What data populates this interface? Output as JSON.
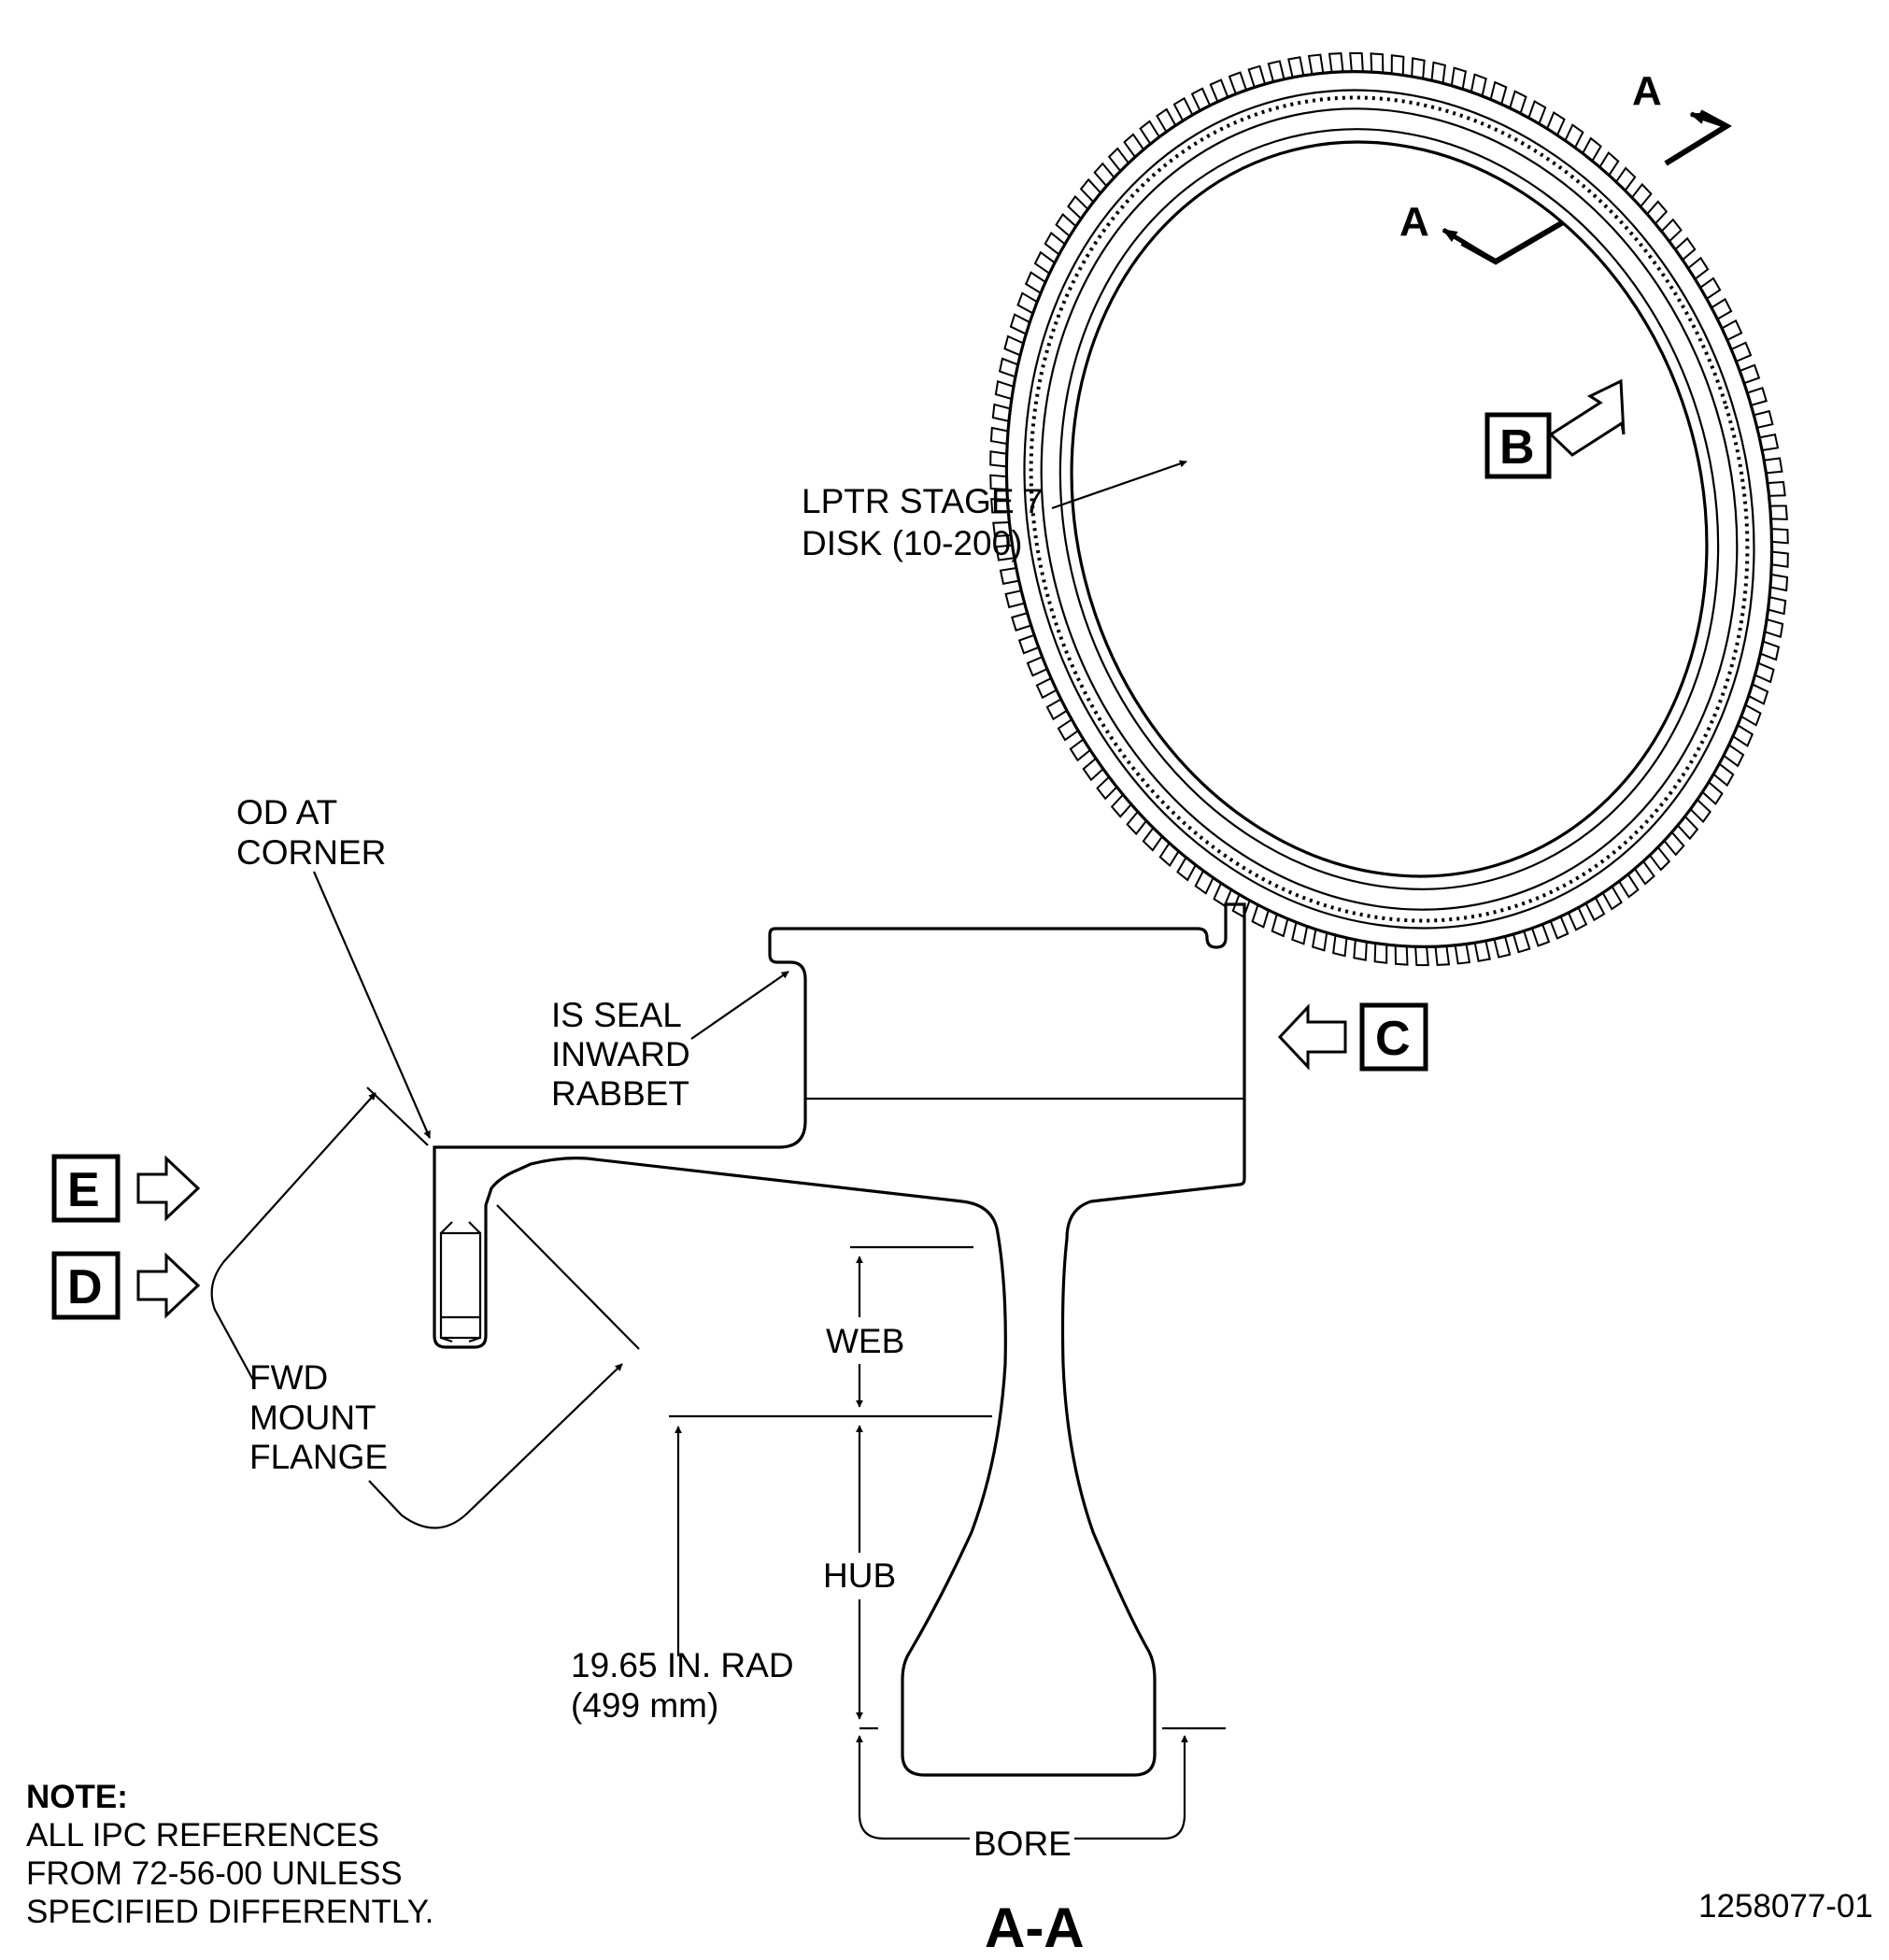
{
  "disk_label": [
    "LPTR STAGE 7",
    "DISK (10-200)"
  ],
  "section_marker": "A",
  "view_letters": {
    "b": "B",
    "c": "C",
    "d": "D",
    "e": "E"
  },
  "features": {
    "od_corner": [
      "OD AT",
      "CORNER"
    ],
    "seal_rabbet": [
      "IS SEAL",
      "INWARD",
      "RABBET"
    ],
    "fwd_flange": [
      "FWD",
      "MOUNT",
      "FLANGE"
    ],
    "web": "WEB",
    "hub": "HUB",
    "bore": "BORE",
    "radius": [
      "19.65 IN. RAD",
      "(499 mm)"
    ]
  },
  "section_title": "A-A",
  "note": {
    "heading": "NOTE:",
    "lines": [
      "ALL IPC REFERENCES",
      "FROM 72-56-00 UNLESS",
      "SPECIFIED DIFFERENTLY."
    ]
  },
  "figure_number": "1258077-01"
}
